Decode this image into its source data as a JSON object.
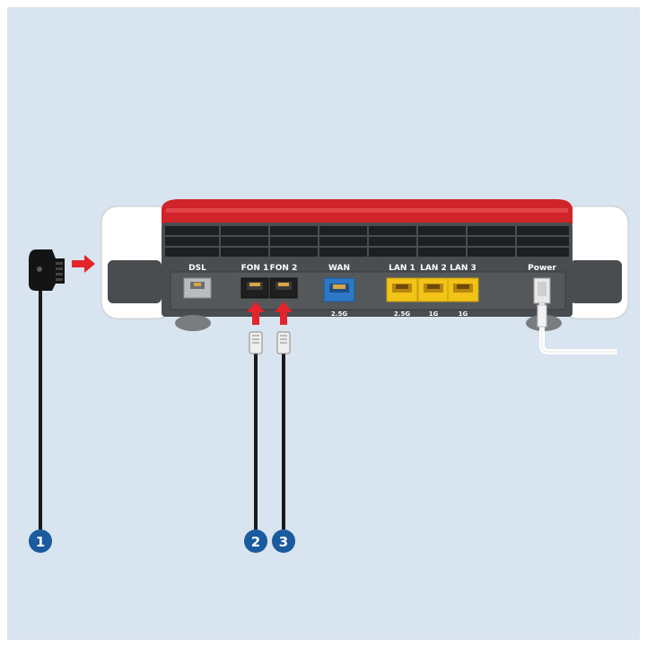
{
  "router": {
    "ports": [
      {
        "id": "dsl",
        "label": "DSL",
        "sub": "",
        "color": "#b9bcbf"
      },
      {
        "id": "fon1",
        "label": "FON 1",
        "sub": "",
        "color": "#1f1f1f"
      },
      {
        "id": "fon2",
        "label": "FON 2",
        "sub": "",
        "color": "#1f1f1f"
      },
      {
        "id": "wan",
        "label": "WAN",
        "sub": "2.5G",
        "color": "#2d78c4"
      },
      {
        "id": "lan1",
        "label": "LAN 1",
        "sub": "2.5G",
        "color": "#f2c318"
      },
      {
        "id": "lan2",
        "label": "LAN 2",
        "sub": "1G",
        "color": "#f2c318"
      },
      {
        "id": "lan3",
        "label": "LAN 3",
        "sub": "1G",
        "color": "#f2c318"
      },
      {
        "id": "power",
        "label": "Power",
        "sub": "",
        "color": "#e8e8e8"
      }
    ],
    "top_color": "#d1232a",
    "body_color": "#4a4d50"
  },
  "callouts": [
    {
      "number": "1",
      "target": "dsl-plug"
    },
    {
      "number": "2",
      "target": "fon1"
    },
    {
      "number": "3",
      "target": "fon2"
    }
  ],
  "colors": {
    "background": "#d8e4ef",
    "badge": "#1a5a9e",
    "arrow": "#e4232b",
    "cable": "#1a1a1a"
  }
}
